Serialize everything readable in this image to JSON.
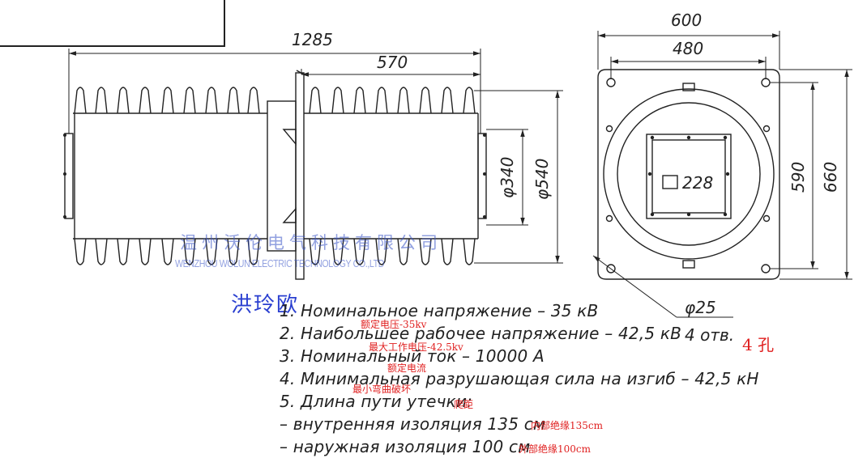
{
  "dimensions": {
    "total_length": "1285",
    "flange_length": "570",
    "inner_diameter": "φ340",
    "outer_diameter": "φ540",
    "flange_width": "600",
    "bolt_spacing": "480",
    "flange_height": "660",
    "bolt_spacing_vertical": "590",
    "conductor_size": "228",
    "hole_diameter": "φ25",
    "hole_count": "4 отв."
  },
  "watermark": {
    "company_cn": "温州沃伦电气科技有限公司",
    "company_en": "WENZHOU WOLUN ELECTRIC TECHNOLOGY CO.,LTD",
    "seller": "洪玲欧"
  },
  "specs": [
    {
      "text": "1. Номинальное напряжение – 35 кВ",
      "note": "额定电压-35kv"
    },
    {
      "text": "2. Наибольшее рабочее напряжение – 42,5 кВ",
      "note": "最大工作电压-42.5kv"
    },
    {
      "text": "3. Номинальный ток – 10000 А",
      "note": "额定电流"
    },
    {
      "text": "4. Минимальная разрушающая сила на изгиб – 42,5 кН",
      "note": "最小弯曲破坏"
    },
    {
      "text": "5. Длина пути утечки:",
      "note": "爬距"
    },
    {
      "text": "– внутренняя изоляция 135 см",
      "note": "内部绝缘135cm"
    },
    {
      "text": "– наружная изоляция 100 см",
      "note": "外部绝缘100cm"
    }
  ],
  "holes_cn": "4 孔"
}
